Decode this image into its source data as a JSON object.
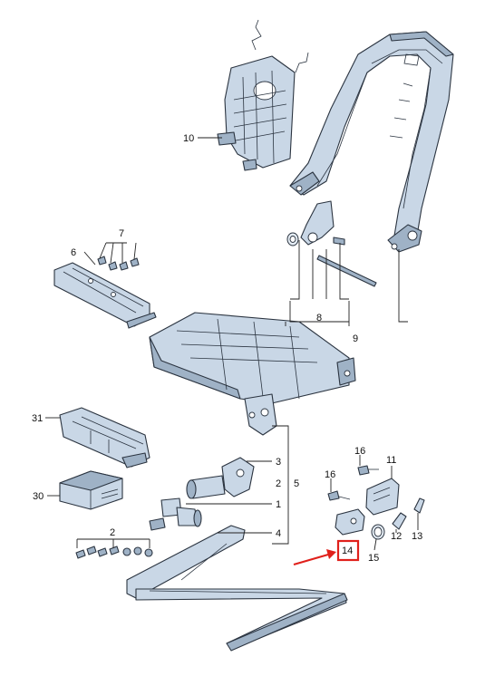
{
  "diagram": {
    "callouts": {
      "c1": "1",
      "c2a": "2",
      "c2b": "2",
      "c3": "3",
      "c4": "4",
      "c5": "5",
      "c6": "6",
      "c7": "7",
      "c8": "8",
      "c9": "9",
      "c10": "10",
      "c11": "11",
      "c12": "12",
      "c13": "13",
      "c14": "14",
      "c15": "15",
      "c16a": "16",
      "c16b": "16",
      "c30": "30",
      "c31": "31"
    },
    "highlighted_part": "14",
    "highlight_color": "#e0201b",
    "part_color": "#c9d7e6"
  }
}
